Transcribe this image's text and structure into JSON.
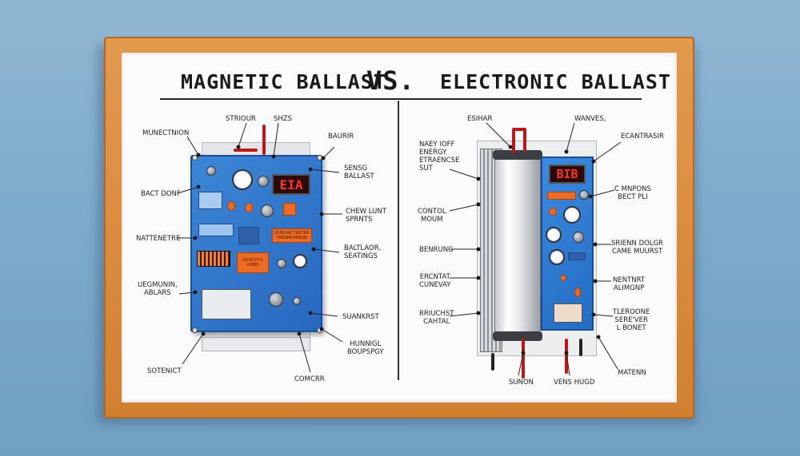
{
  "titles": {
    "left": "MAGNETIC BALLAST",
    "vs": "VS.",
    "right": "ELECTRONIC BALLAST"
  },
  "magnetic_labels": {
    "munectnion": "MUNECTNION",
    "striour": "STRIOUR",
    "shzs": "SHZS",
    "baurir": "BAURIR",
    "bactdonf": "BACT DONF",
    "sensg_ballast": "SENSG\nBALLAST",
    "chew_lunt": "CHEW LUNT\nSPRNTS",
    "nattenetre": "NATTENETRE",
    "baltlaor": "BALTLAOR,\nSEATINGS",
    "uegmunn": "UEGMUNIN,\nABLARS",
    "suankrst": "SUANKRST",
    "sotenict": "SOTENICT",
    "hunnigl": "HUNNIGL\nBOUPSPGY",
    "comcrr": "COMCRR"
  },
  "electronic_labels": {
    "esihar": "ESIHAR",
    "wanves": "WANVES,",
    "ecantrasir": "ECANTRASIR",
    "naey_iore": "NAEY IOFF\nENERGY\nETRAENCSE\nSUT",
    "c_mnpons": "C MNPONS\nBECT PLI",
    "control_moum": "CONTOL\nMOUM",
    "srienn_dolgr": "SRIENN DOLGR\nCAME MUURST",
    "benrung": "BENRUNG",
    "nentnrt": "NENTNRT\nALIMGNP",
    "ercntat": "ERCNTAT\nCUNEVAY",
    "rsuchst": "RRIUCHST\nCAHTAL",
    "telrodine": "TLEROONE\nSERE'VER\nL BONET",
    "matenn": "MATENN",
    "sunon": "SUNON",
    "vens_hugd": "VENS HUGD"
  },
  "panel_text": {
    "mag_display": "EIA",
    "elec_display": "BIB",
    "mag_orange_top": "DUBILAC TERTER\nTRENPA PARDBI",
    "mag_orange_bottom": "ISCNCDTS\nLIMBS"
  },
  "colors": {
    "frame": "#d88535",
    "board": "#fbfbfb",
    "panel_blue": "#2f77cf",
    "accent_orange": "#f06b22",
    "display_red": "#ff3322"
  }
}
